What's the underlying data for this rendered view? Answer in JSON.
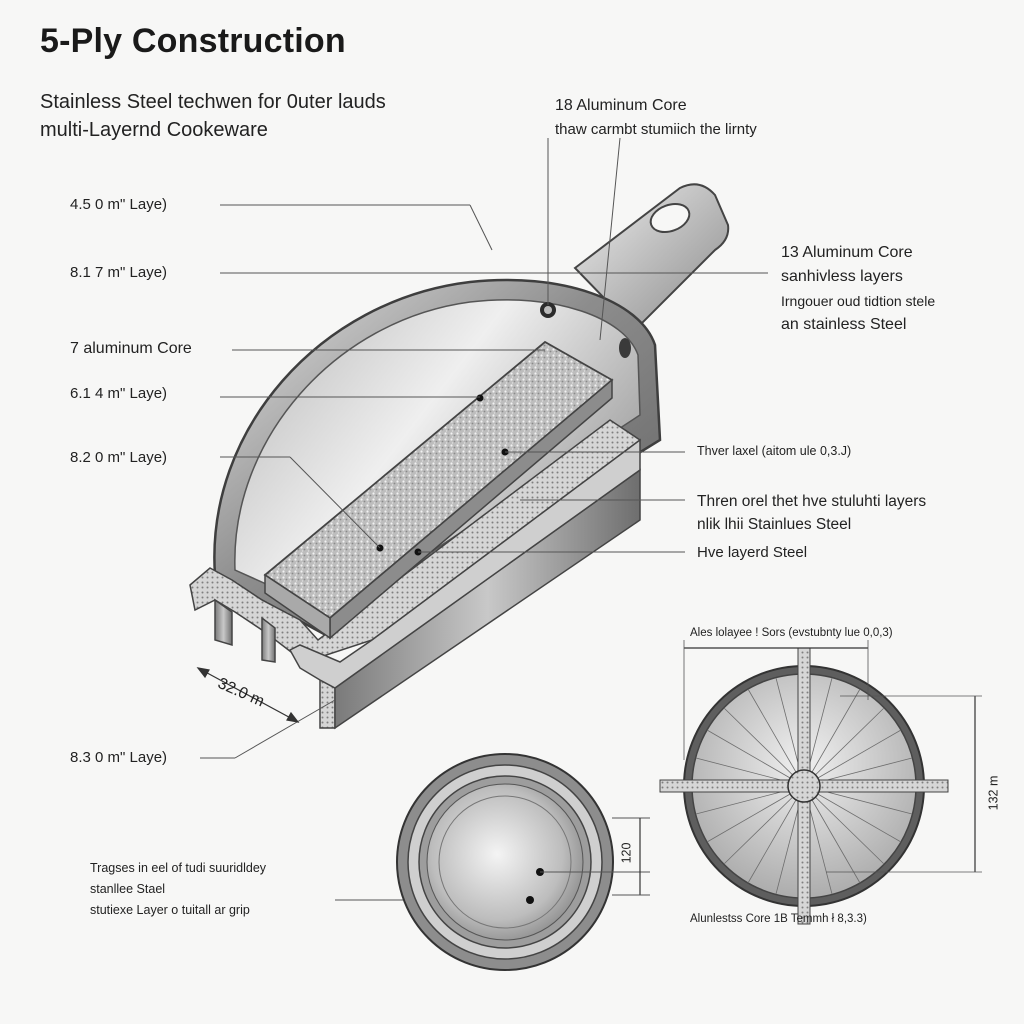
{
  "header": {
    "title": "5-Ply Construction",
    "subtitle_lines": [
      "Stainless Steel techwen for 0uter lauds",
      "multi-Layernd Cookeware"
    ]
  },
  "left_labels": [
    "4.5 0 m\" Laye)",
    "8.1 7 m\" Laye)",
    "7 aluminum Core",
    "6.1 4 m\" Laye)",
    "8.2 0 m\" Laye)",
    "8.3 0 m\" Laye)"
  ],
  "top_callout": {
    "lines": [
      "18 Aluminum Core",
      "thaw carmbt stumiich the lirnty"
    ]
  },
  "right_callout": {
    "lines": [
      "13 Aluminum Core",
      "sanhivless layers",
      "Irngouer oud tidtion stele",
      "an stainless Steel"
    ]
  },
  "right_labels": {
    "layer_note": "Thver laxel (aitom ule 0,3.J)",
    "outer_layers_lines": [
      "Thren orel thet hve stuluhti layers",
      "nlik lhii Stainlues Steel"
    ],
    "layered_steel": "Hve layerd Steel"
  },
  "dimensions": {
    "pan_width": "32.0 m",
    "bottom_circle_height": "120",
    "cross_section_height": "132 m"
  },
  "cross_section": {
    "top_label": "Ales lolayee ! Sors (evstubnty lue 0,0,3)",
    "bottom_label": "Alunlestss Core 1B  Temmh ł 8,3.3)"
  },
  "bottom_note_lines": [
    "Tragses in eel of tudi suuridldey",
    "stanllee Stael",
    "stutiexe Layer o tuitall ar grip"
  ],
  "colors": {
    "steel_dark": "#5a5a5a",
    "steel_mid": "#9a9a9a",
    "steel_light": "#d8d8d8",
    "leader_line": "#555555",
    "background": "#f7f7f6"
  }
}
